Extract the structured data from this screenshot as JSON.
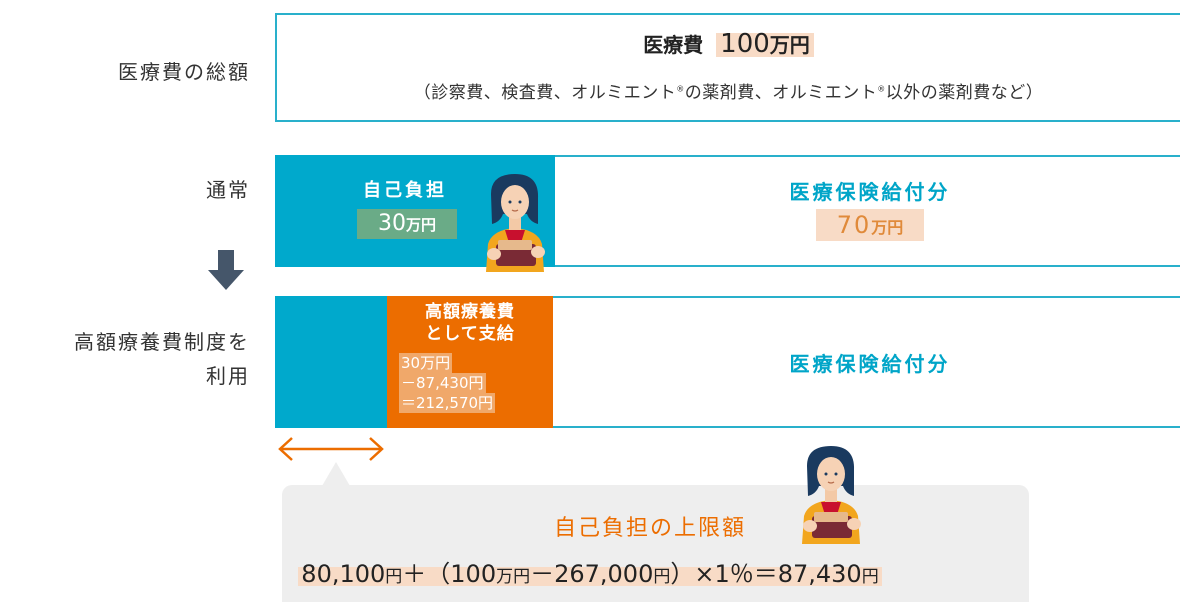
{
  "row_labels": {
    "total": "医療費の総額",
    "normal": "通常",
    "system_line1": "高額療養費制度を",
    "system_line2": "利用"
  },
  "total": {
    "title": "医療費",
    "amount_num": "100",
    "amount_unit": "万円",
    "note": "（診察費、検査費、オルミエント",
    "note_mid": "の薬剤費、オルミエント",
    "note_end": "以外の薬剤費など）",
    "reg_mark": "®"
  },
  "normal": {
    "self_label": "自己負担",
    "self_num": "30",
    "self_unit": "万円",
    "insurance_label": "医療保険給付分",
    "insurance_num": "70",
    "insurance_unit": "万円"
  },
  "system": {
    "benefit_line1": "高額療養費",
    "benefit_line2": "として支給",
    "calc1": "30万円",
    "calc2": "－87,430円",
    "calc3": "＝212,570円",
    "insurance_label": "医療保険給付分"
  },
  "callout": {
    "title": "自己負担の上限額",
    "f1": "80,100",
    "u1": "円",
    "f2": "＋（100",
    "u2": "万円",
    "f3": "－267,000",
    "u3": "円",
    "f4": "）×1％＝87,430",
    "u4": "円"
  },
  "colors": {
    "teal": "#00a9cc",
    "orange": "#ec6d00",
    "highlight": "#f8dbc6",
    "green_highlight": "#6aab87"
  }
}
